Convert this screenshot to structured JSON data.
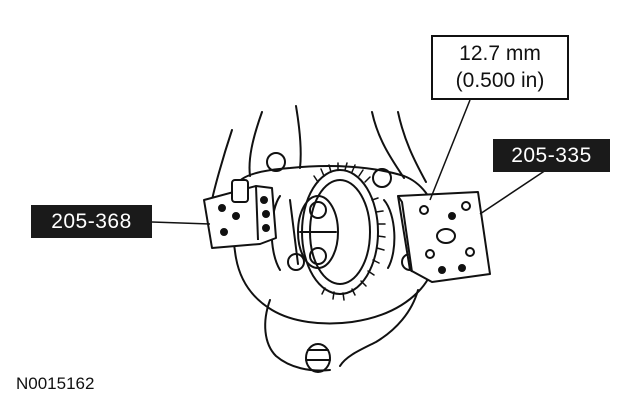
{
  "callouts": {
    "left_tool": "205-368",
    "right_tool": "205-335",
    "spec_metric": "12.7 mm",
    "spec_imperial": "(0.500 in)"
  },
  "figure_id": "N0015162",
  "colors": {
    "ink": "#111111",
    "label_bg": "#1a1a1a",
    "label_text": "#ffffff"
  }
}
